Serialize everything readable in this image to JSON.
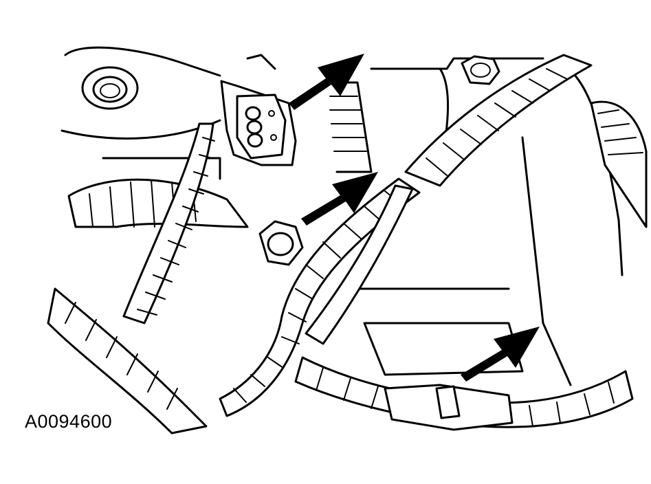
{
  "figure": {
    "id_label": "A0094600",
    "callouts": [
      {
        "name": "connector-callout"
      },
      {
        "name": "nut-callout"
      },
      {
        "name": "ground-callout"
      }
    ],
    "colors": {
      "line": "#000000",
      "background": "#ffffff"
    }
  }
}
